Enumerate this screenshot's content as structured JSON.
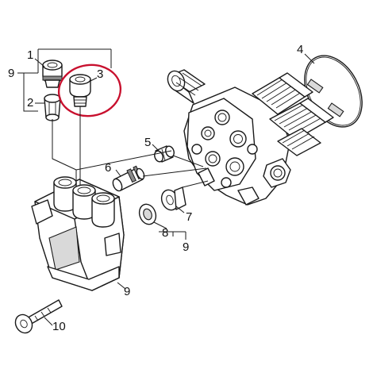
{
  "labels": {
    "l1": "1",
    "l2": "2",
    "l3": "3",
    "l4": "4",
    "l5": "5",
    "l6": "6",
    "l7": "7",
    "l8": "8",
    "l9a": "9",
    "l9b": "9",
    "l9c": "9",
    "l10": "10"
  },
  "colors": {
    "highlight": "#c8102e",
    "line": "#1a1a1a",
    "background": "#ffffff"
  }
}
